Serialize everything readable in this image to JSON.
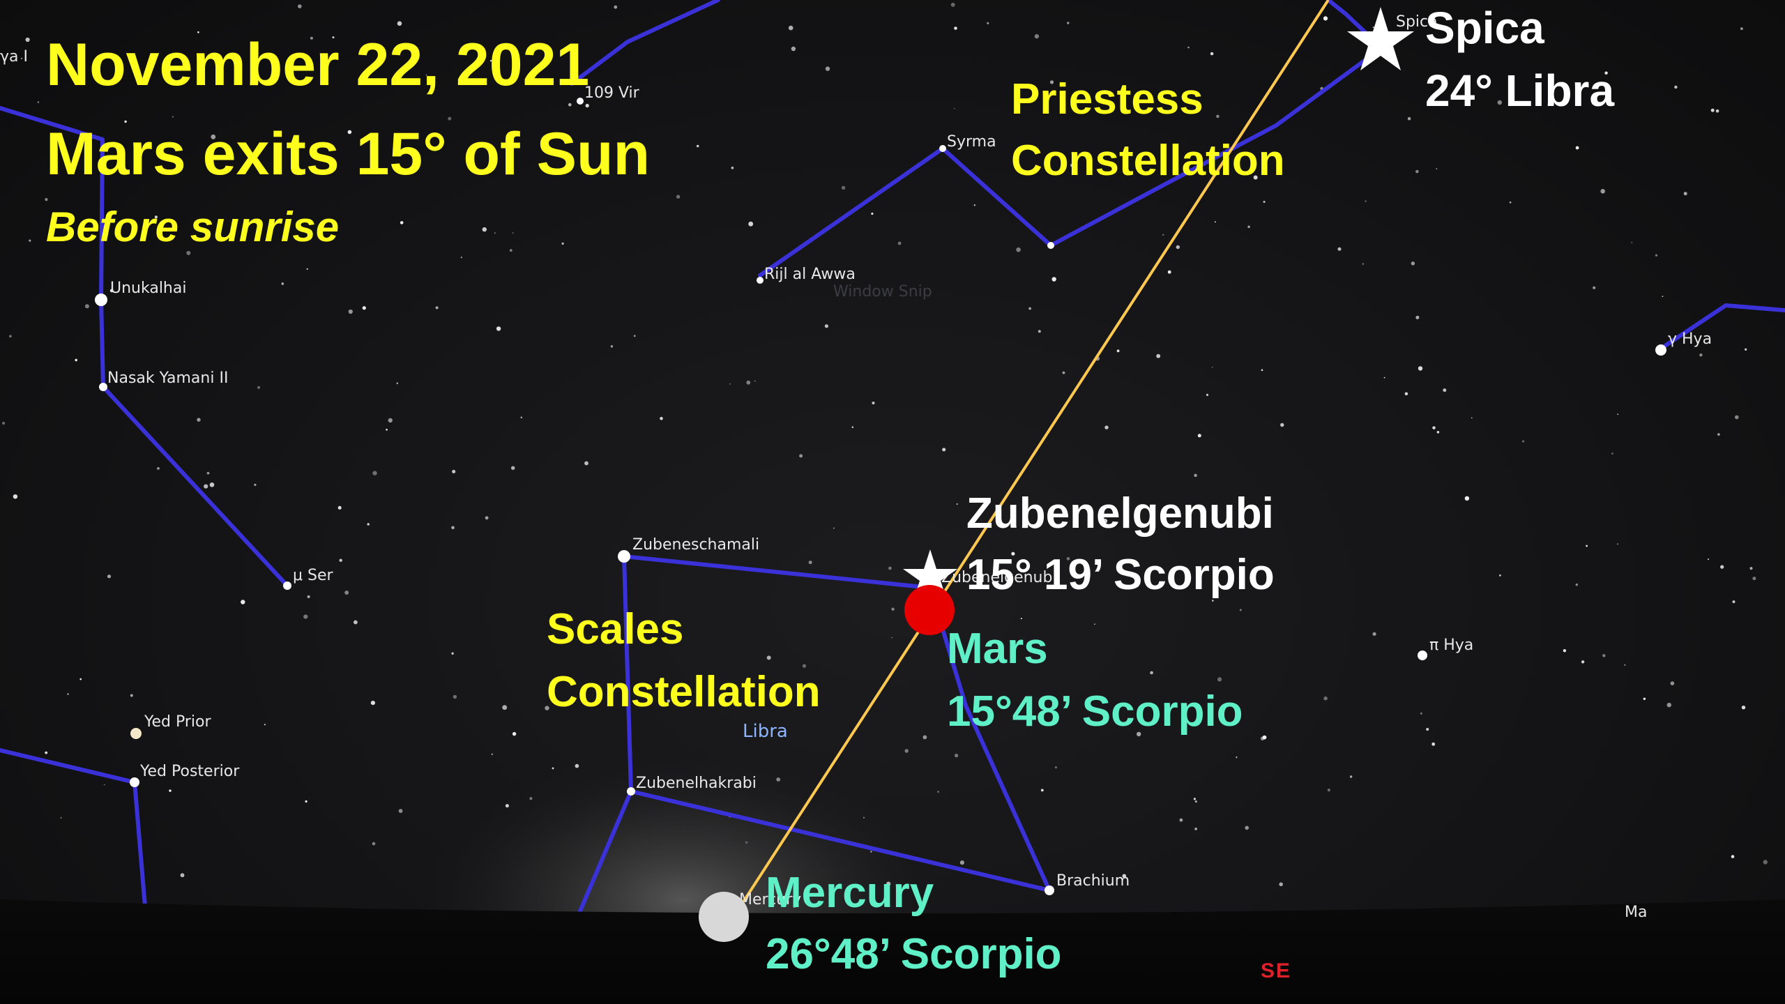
{
  "captions": {
    "title_date": "November 22, 2021",
    "title_event": "Mars exits 15° of Sun",
    "title_time": "Before sunrise",
    "spica_name": "Spica",
    "spica_pos": "24° Libra",
    "priestess_line1": "Priestess",
    "priestess_line2": "Constellation",
    "zubenelgenubi_name": "Zubenelgenubi",
    "zubenelgenubi_pos": "15° 19’ Scorpio",
    "mars_name": "Mars",
    "mars_pos": "15°48’ Scorpio",
    "scales_line1": "Scales",
    "scales_line2": "Constellation",
    "mercury_name": "Mercury",
    "mercury_pos": "26°48’ Scorpio"
  },
  "star_labels": {
    "ya1": "γa I",
    "vir109": "109 Vir",
    "syrma": "Syrma",
    "spica_small": "Spica",
    "rijl": "Rijl al Awwa",
    "window_snip": "Window Snip",
    "unukalhai": "Unukalhai",
    "nasak": "Nasak Yamani II",
    "mu_ser": "μ Ser",
    "zubeneschamali": "Zubeneschamali",
    "zubenelgenubi_small": "Zubenelgenubi",
    "libra": "Libra",
    "yed_prior": "Yed Prior",
    "yed_posterior": "Yed Posterior",
    "zubenelhakrabi": "Zubenelhakrabi",
    "brachium": "Brachium",
    "mercury_small": "Mercury",
    "gamma_hya": "γ Hya",
    "pi_hya": "π Hya",
    "ma": "Ma"
  },
  "compass": {
    "direction": "SE"
  },
  "colors": {
    "caption_yellow": "#ffff1e",
    "caption_teal": "#5ff0c8",
    "constellation_line": "#3a32d8",
    "ecliptic": "#ffc850",
    "mars": "#e60000",
    "mercury": "#d8d8d8",
    "compass": "#e0202a"
  }
}
